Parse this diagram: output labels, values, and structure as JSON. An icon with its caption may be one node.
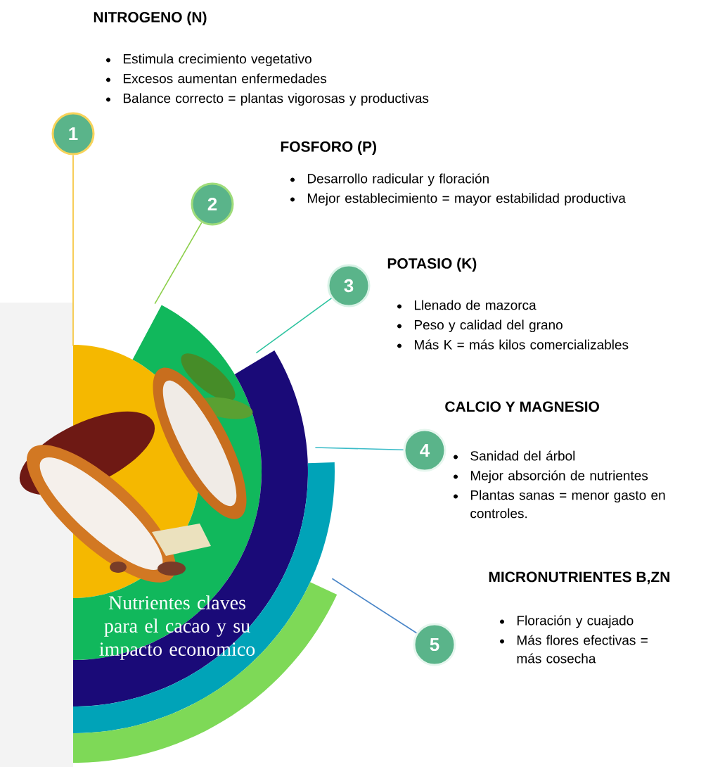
{
  "diagram": {
    "title": "Nutrientes claves para el cacao y su impacto economico",
    "nodes": [
      {
        "text": [
          "1"
        ],
        "beside": [
          "NITROGENO (N)",
          "Estimula crecimiento vegetativo",
          "Excesos aumentan enfermedades",
          "Balance correcto = plantas vigorosas y productivas"
        ]
      },
      {
        "text": [
          "2"
        ],
        "beside": [
          "FOSFORO (P)",
          "Desarrollo radicular y floración",
          "Mejor establecimiento = mayor estabilidad productiva"
        ]
      },
      {
        "text": [
          "3"
        ],
        "beside": [
          "POTASIO (K)",
          "Llenado de mazorca",
          "Peso y calidad del grano",
          "Más K = más kilos comercializables"
        ]
      },
      {
        "text": [
          "4"
        ],
        "beside": [
          "CALCIO Y MAGNESIO",
          "Sanidad del árbol",
          "Mejor absorción de nutrientes",
          "Plantas sanas = menor gasto en controles."
        ]
      },
      {
        "text": [
          "5"
        ],
        "beside": [
          "MICRONUTRIENTES B,ZN",
          "Floración y cuajado",
          "Más flores efectivas = más cosecha"
        ]
      },
      {
        "text": [],
        "shape": "arc"
      },
      {
        "text": [],
        "shape": "arc"
      },
      {
        "text": [],
        "shape": "arc"
      },
      {
        "text": [],
        "shape": "arc"
      },
      {
        "text": [],
        "shape": "arc"
      }
    ],
    "edges": [
      {
        "from": 0,
        "to": 5,
        "arrow": "none",
        "color": "#f5c12e"
      },
      {
        "from": 1,
        "to": 6,
        "arrow": "none",
        "color": "#8ccf4a"
      },
      {
        "from": 2,
        "to": 7,
        "arrow": "none",
        "color": "#2ec4a0"
      },
      {
        "from": 3,
        "to": 8,
        "arrow": "none",
        "color": "#3bbcc8"
      },
      {
        "from": 4,
        "to": 9,
        "arrow": "none",
        "color": "#4a86c8"
      }
    ]
  }
}
